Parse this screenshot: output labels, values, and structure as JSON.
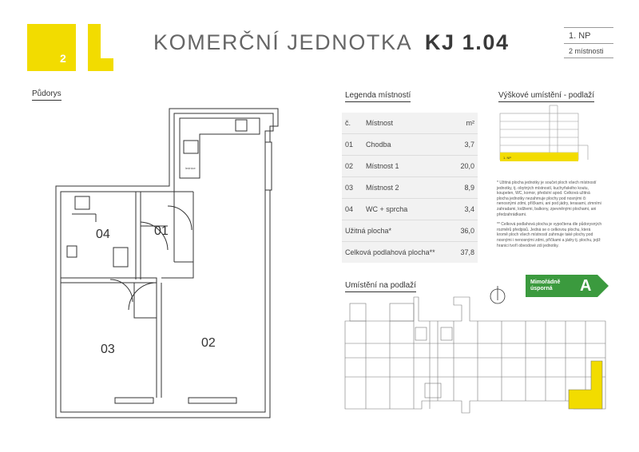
{
  "header": {
    "logo_digit": "2",
    "title_main": "KOMERČNÍ JEDNOTKA",
    "title_code": "KJ 1.04",
    "floor": "1. NP",
    "rooms_count": "2 místnosti"
  },
  "plan": {
    "section_label": "Půdorys",
    "rooms": [
      {
        "id": "01",
        "label": "01"
      },
      {
        "id": "02",
        "label": "02"
      },
      {
        "id": "03",
        "label": "03"
      },
      {
        "id": "04",
        "label": "04"
      }
    ],
    "kitchen_note": "lednice"
  },
  "legend": {
    "section_label": "Legenda místností",
    "col_no": "č.",
    "col_name": "Místnost",
    "col_area": "m²",
    "rows": [
      {
        "no": "01",
        "name": "Chodba",
        "area": "3,7"
      },
      {
        "no": "02",
        "name": "Místnost 1",
        "area": "20,0"
      },
      {
        "no": "03",
        "name": "Místnost 2",
        "area": "8,9"
      },
      {
        "no": "04",
        "name": "WC + sprcha",
        "area": "3,4"
      }
    ],
    "usable_label": "Užitná plocha*",
    "usable_value": "36,0",
    "total_label": "Celková podlahová plocha**",
    "total_value": "37,8"
  },
  "height": {
    "section_label": "Výškové umístění - podlaží",
    "floor_tag": "1. NP",
    "accent": "#f2dc00"
  },
  "notes": {
    "note1": "* Užitná plocha jednotky je součet ploch všech místností jednotky, tj. obytných místností, kuchyňského koutu, koupelen, WC, komor, předsíní apod. Celková užitná plocha jednotky nezahrnuje plochy pod nosnými či nenosnými zdmi, příčkami, ani pod jádry, terasami, zimními zahradami, lodžiemi, balkony, zpevněnými plochami, ani předzahrádkami.",
    "note2": "** Celková podlahová plocha je vypočtena dle půdorysných rozměrů předpisů. Jedná se o celkovou plochu, která kromě ploch všech místností zahrnuje také plochy pod nosnými i nenosnými zdmi, příčkami a jádry tj. plochu, jejíž hranici tvoří obvodové zdi jednotky."
  },
  "energy": {
    "label_line1": "Mimořádně",
    "label_line2": "úsporná",
    "class": "A",
    "color": "#3b9a3e"
  },
  "location": {
    "section_label": "Umístění na podlaží",
    "highlight_color": "#f2dc00"
  }
}
